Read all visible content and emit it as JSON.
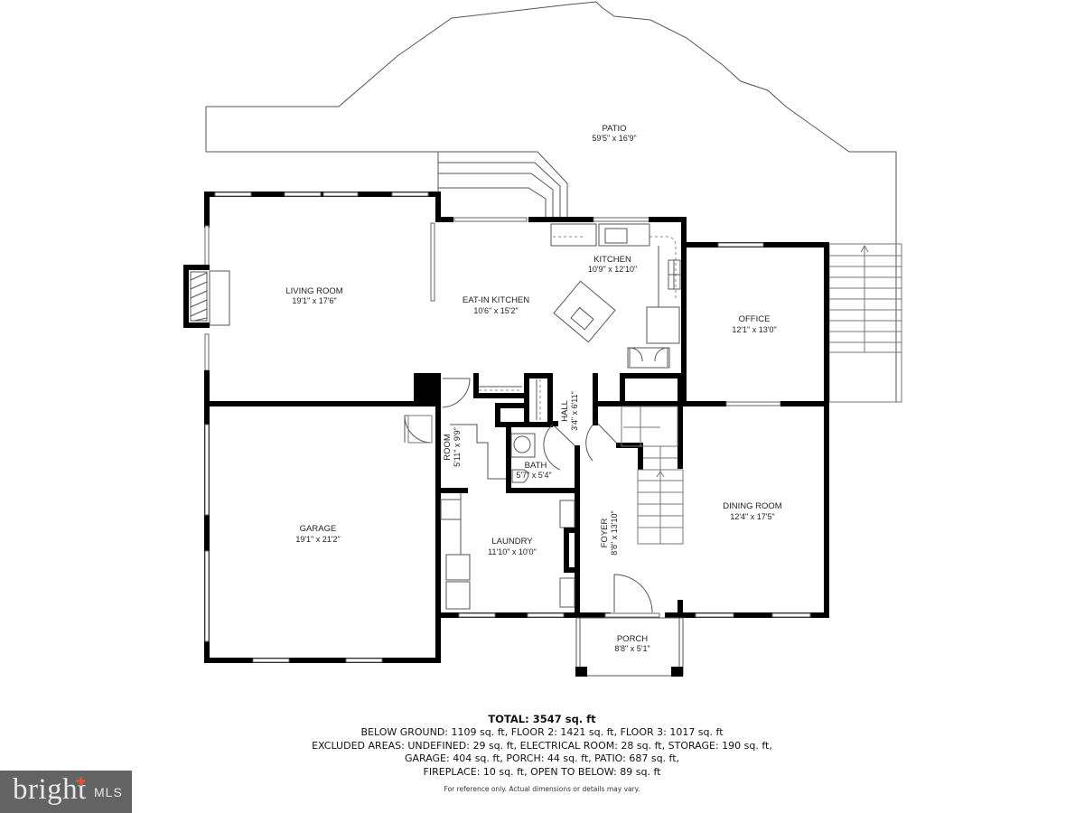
{
  "floor_plan": {
    "rooms": [
      {
        "id": "patio",
        "name": "PATIO",
        "dims": "59'5\" x 16'9\""
      },
      {
        "id": "living-room",
        "name": "LIVING ROOM",
        "dims": "19'1\" x 17'6\""
      },
      {
        "id": "eat-in-kitchen",
        "name": "EAT-IN KITCHEN",
        "dims": "10'6\" x 15'2\""
      },
      {
        "id": "kitchen",
        "name": "KITCHEN",
        "dims": "10'9\" x 12'10\""
      },
      {
        "id": "office",
        "name": "OFFICE",
        "dims": "12'1\" x 13'0\""
      },
      {
        "id": "room",
        "name": "ROOM",
        "dims": "5'11\" x 9'9\""
      },
      {
        "id": "hall",
        "name": "HALL",
        "dims": "3'4\" x 6'11\""
      },
      {
        "id": "bath",
        "name": "BATH",
        "dims": "5'7\" x 5'4\""
      },
      {
        "id": "garage",
        "name": "GARAGE",
        "dims": "19'1\" x 21'2\""
      },
      {
        "id": "laundry",
        "name": "LAUNDRY",
        "dims": "11'10\" x 10'0\""
      },
      {
        "id": "foyer",
        "name": "FOYER",
        "dims": "8'8\" x 13'10\""
      },
      {
        "id": "dining-room",
        "name": "DINING ROOM",
        "dims": "12'4\" x 17'5\""
      },
      {
        "id": "porch",
        "name": "PORCH",
        "dims": "8'8\" x 5'1\""
      }
    ]
  },
  "summary": {
    "total": "TOTAL: 3547 sq. ft",
    "lines": [
      "BELOW GROUND: 1109 sq. ft, FLOOR 2: 1421 sq. ft, FLOOR 3: 1017 sq. ft",
      "EXCLUDED AREAS: UNDEFINED: 29 sq. ft, ELECTRICAL ROOM: 28 sq. ft, STORAGE: 190 sq. ft,",
      "GARAGE: 404 sq. ft, PORCH: 44 sq. ft, PATIO: 687 sq. ft,",
      "FIREPLACE: 10 sq. ft, OPEN TO BELOW: 89 sq. ft"
    ],
    "disclaimer": "For reference only. Actual dimensions or details may vary."
  },
  "logo": {
    "word": "bright",
    "suffix": "MLS",
    "background_color": "#636363",
    "accent_color": "#e2503a"
  }
}
